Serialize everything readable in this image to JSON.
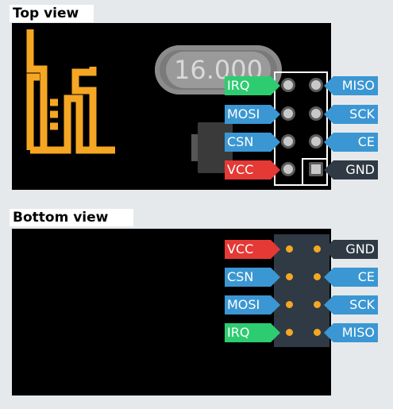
{
  "top": {
    "heading": "Top view",
    "crystal_text": "16.000",
    "labels": {
      "irq": "IRQ",
      "mosi": "MOSI",
      "csn": "CSN",
      "vcc": "VCC",
      "miso": "MISO",
      "sck": "SCK",
      "ce": "CE",
      "gnd": "GND"
    }
  },
  "bottom": {
    "heading": "Bottom view",
    "labels": {
      "vcc": "VCC",
      "csn": "CSN",
      "mosi": "MOSI",
      "irq": "IRQ",
      "gnd": "GND",
      "ce": "CE",
      "sck": "SCK",
      "miso": "MISO"
    }
  },
  "colors": {
    "vcc": "#e53935",
    "signal": "#3b97d3",
    "irq": "#2ecc71",
    "gnd": "#2f3a45",
    "antenna": "#f5a623",
    "board": "#000000"
  }
}
